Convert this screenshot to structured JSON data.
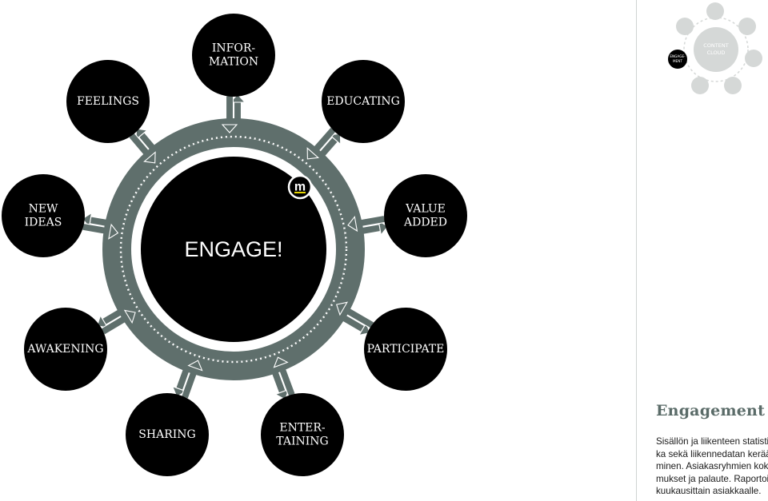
{
  "center": {
    "label": "ENGAGE!",
    "logo": "m"
  },
  "nodes": [
    {
      "lines": [
        "INFOR-",
        "MATION"
      ]
    },
    {
      "lines": [
        "EDUCATING"
      ]
    },
    {
      "lines": [
        "VALUE",
        "ADDED"
      ]
    },
    {
      "lines": [
        "PARTICIPATE"
      ]
    },
    {
      "lines": [
        "ENTER-",
        "TAINING"
      ]
    },
    {
      "lines": [
        "SHARING"
      ]
    },
    {
      "lines": [
        "AWAKENING"
      ]
    },
    {
      "lines": [
        "NEW",
        "IDEAS"
      ]
    },
    {
      "lines": [
        "FEELINGS"
      ]
    }
  ],
  "minimap": {
    "center": [
      "CONTENT",
      "CLOUD"
    ],
    "active": [
      "ENGAGE-",
      "MENT"
    ]
  },
  "colors": {
    "ring": "#5f6f6c",
    "node": "#000000",
    "accent": "#5a6b68",
    "minimap_grey": "#d5d8d7"
  },
  "side": {
    "heading": "Engagement",
    "lines": [
      "Sisällön ja liikenteen statistiik-",
      "ka sekä liikennedatan kerää-",
      "minen. Asiakasryhmien koke-",
      "mukset ja palaute. Raportointi",
      "kuukausittain asiakkaalle."
    ]
  }
}
